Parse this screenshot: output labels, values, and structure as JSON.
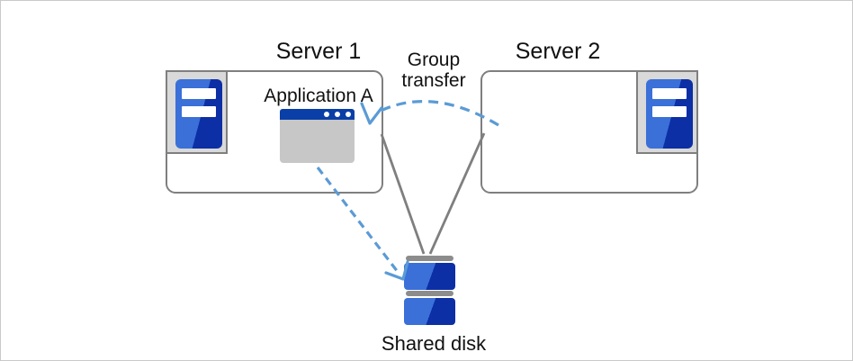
{
  "labels": {
    "server1": "Server 1",
    "server2": "Server 2",
    "application": "Application A",
    "group_transfer": [
      "Group",
      "transfer"
    ],
    "shared_disk": "Shared disk"
  },
  "icons": {
    "server1": "server-tower-icon",
    "server2": "server-tower-icon",
    "application": "app-window-icon",
    "shared_disk": "disk-stack-icon"
  },
  "edges": [
    {
      "from": "server1",
      "to": "shared_disk",
      "style": "solid-line"
    },
    {
      "from": "server2",
      "to": "shared_disk",
      "style": "solid-line"
    },
    {
      "from": "server2",
      "to": "application",
      "style": "dashed-arrow",
      "label": "Group transfer"
    },
    {
      "from": "application",
      "to": "shared_disk",
      "style": "dashed-arrow"
    }
  ],
  "colors": {
    "canvas_border": "#c9c9c9",
    "box_border_gray": "#7f7f7f",
    "connector_gray": "#7f7f7f",
    "accent_blue_dashed": "#5b9bd5",
    "icon_frame_fill": "#d9d9d9",
    "icon_blue_light": "#3a70d8",
    "icon_blue_dark": "#0c2fa6",
    "titlebar_blue": "#0a3fa8",
    "window_body_gray": "#c7c7c7",
    "disk_bar_gray": "#8c8c8c"
  }
}
